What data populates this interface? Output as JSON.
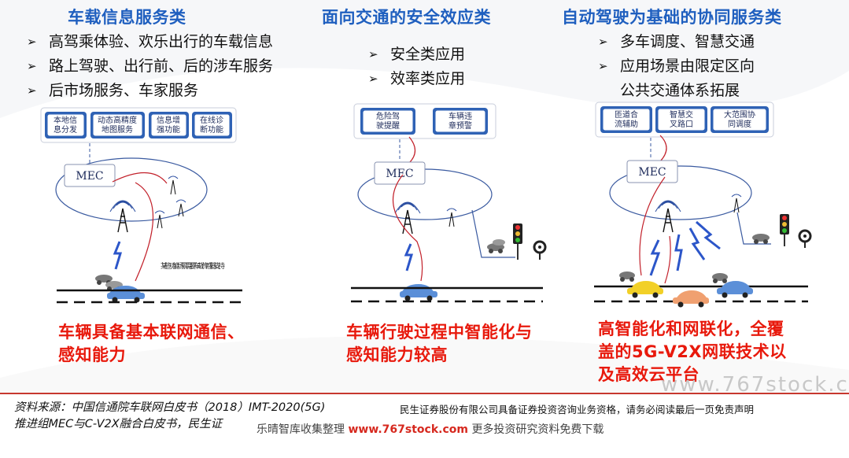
{
  "columns": [
    {
      "title": "车载信息服务类",
      "bullets": [
        "高驾乘体验、欢乐出行的车载信息",
        "路上驾驶、出行前、后的涉车服务",
        "后市场服务、车家服务"
      ],
      "services": [
        "本地信息分发",
        "动态高精度地图服务",
        "信息增强功能",
        "在线诊断功能"
      ],
      "mec": "MEC",
      "note": "某些功能场景需要车载传感器支持",
      "conclusion": [
        "车辆具备基本联网通信、",
        "感知能力"
      ]
    },
    {
      "title": "面向交通的安全效应类",
      "bullets": [
        "安全类应用",
        "效率类应用"
      ],
      "services": [
        "危险驾驶提醒",
        "车辆违章预警"
      ],
      "mec": "MEC",
      "conclusion": [
        "车辆行驶过程中智能化与",
        "感知能力较高"
      ]
    },
    {
      "title": "自动驾驶为基础的协同服务类",
      "bullets": [
        "多车调度、智慧交通",
        "应用场景由限定区向"
      ],
      "bullet_continuation": "公共交通体系拓展",
      "services": [
        "匝道合流辅助",
        "智慧交叉路口",
        "大范围协同调度"
      ],
      "mec": "MEC",
      "conclusion": [
        "高智能化和网联化，全覆",
        "盖的5G-V2X网联技术以",
        "及高效云平台"
      ]
    }
  ],
  "footer": {
    "source": [
      "资料来源：中国信通院车联网白皮书（2018）IMT-2020(5G)",
      "推进组MEC与C-V2X融合白皮书，民生证"
    ],
    "disclaimer": "民生证券股份有限公司具备证券投资咨询业务资格，请务必阅读最后一页免责声明",
    "watermark_url": "www.767stock.c",
    "collector": "乐晴智库收集整理",
    "site": "www.767stock.com",
    "tagline": "更多投资研究资料免费下载"
  },
  "colors": {
    "title_blue": "#1f5fbf",
    "conclusion_red": "#e8190c",
    "divider_red": "#c7382e",
    "car_blue": "#5b8fd8",
    "car_yellow": "#f2d027",
    "car_orange": "#f0a070"
  }
}
